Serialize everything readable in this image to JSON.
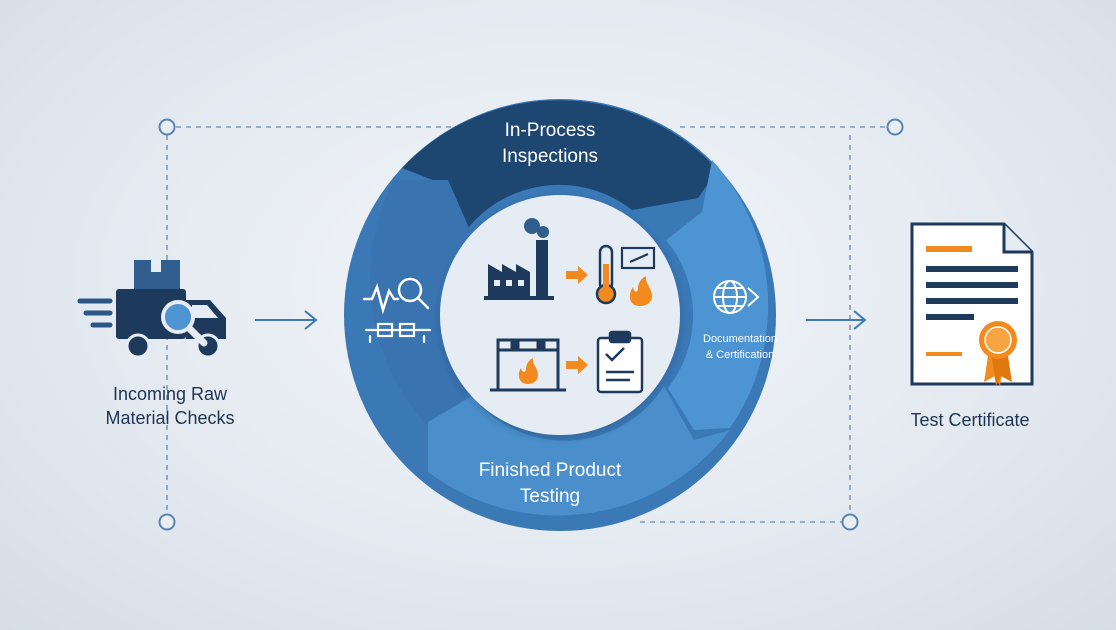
{
  "steps": {
    "incoming": {
      "line1": "Incoming Raw",
      "line2": "Material Checks"
    },
    "in_process": {
      "line1": "In-Process",
      "line2": "Inspections"
    },
    "documentation": {
      "line1": "Documentation",
      "line2": "& Certification"
    },
    "finished": {
      "line1": "Finished Product",
      "line2": "Testing"
    },
    "certificate": {
      "label": "Test Certificate"
    }
  },
  "colors": {
    "navy": "#1d4670",
    "mid_blue": "#3a78b6",
    "light_blue": "#4d94d2",
    "inner_circle": "#e6ecf3",
    "icon_dark": "#1d3a5c",
    "accent_orange": "#f28a1e",
    "connector": "#7b9bbd"
  },
  "icons": [
    "delivery-truck-icon",
    "magnifier-icon",
    "factory-icon",
    "thermometer-icon",
    "flame-icon",
    "test-rig-icon",
    "clipboard-check-icon",
    "globe-icon",
    "waveform-search-icon",
    "caliper-icon",
    "certificate-document-icon",
    "award-seal-icon"
  ]
}
